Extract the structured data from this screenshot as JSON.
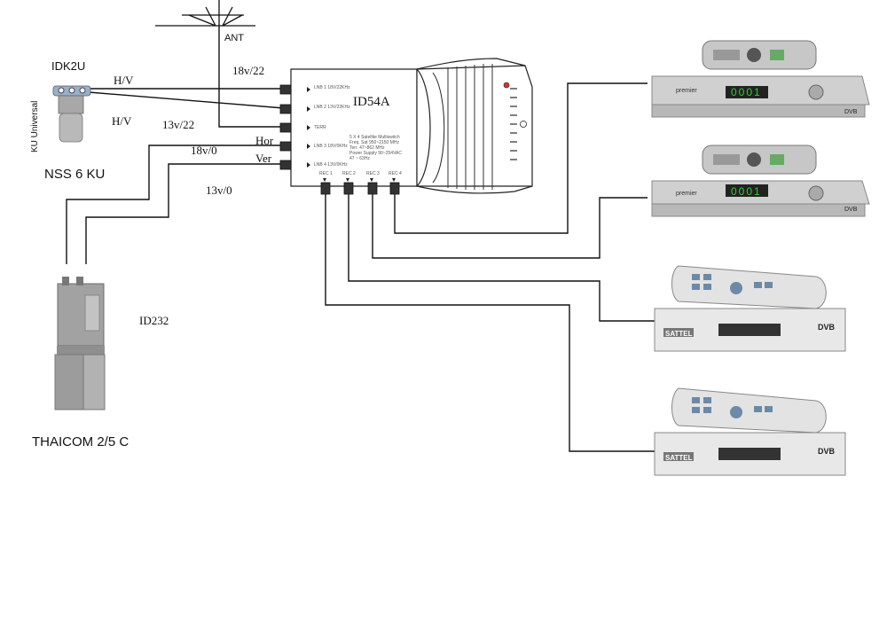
{
  "labels": {
    "ant": "ANT",
    "lnb_ku_model": "IDK2U",
    "hv_top": "H/V",
    "hv_bottom": "H/V",
    "ku_universal": "KU  Universal",
    "nss": "NSS  6 KU",
    "v18_22": "18v/22",
    "v13_22": "13v/22",
    "hor": "Hor",
    "ver": "Ver",
    "v18_0": "18v/0",
    "v13_0": "13v/0",
    "multiswitch_model": "ID54A",
    "lnb_c_model": "ID232",
    "thaicom": "THAICOM 2/5 C"
  },
  "multiswitch": {
    "inputs": [
      "LNB 1 18V/22KHz",
      "LNB 2 13V/22KHz",
      "TERR",
      "LNB 3 18V/0KHz",
      "LNB 4 13V/0KHz"
    ],
    "outputs": [
      "REC 1",
      "REC 2",
      "REC 3",
      "REC 4"
    ],
    "spec_lines": [
      "5 X 4 Satellite Multiswitch",
      "Freq. Sat        950~2150 MHz",
      "Terr.             47~862 MHz",
      "Power Supply  90~254VAC",
      "                    47 ~ 63Hz"
    ]
  },
  "receivers": {
    "brand_a": "premier",
    "brand_b": "SATTEL",
    "display_a": "0001",
    "display_b": "DVB",
    "dvb": "DVB"
  },
  "colors": {
    "wire": "#111111",
    "device": "#c9c9c9",
    "device_dark": "#8a8a8a"
  }
}
